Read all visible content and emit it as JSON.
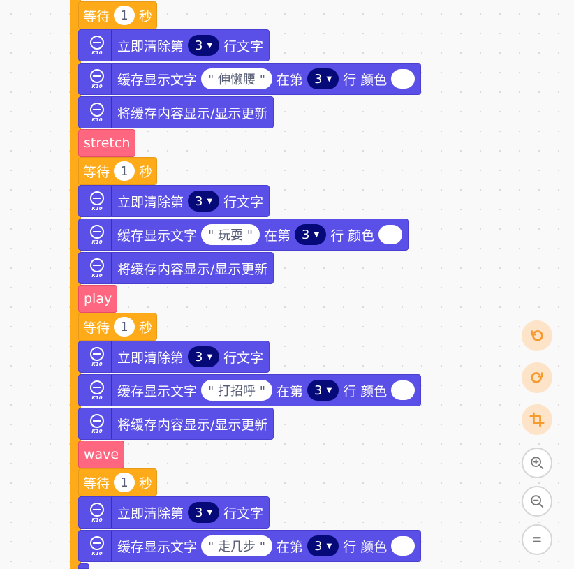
{
  "groups": [
    {
      "wait_label": "等待",
      "wait_value": "1",
      "wait_unit": "秒",
      "clear_label": "立即清除第",
      "clear_line": "3",
      "clear_suffix": "行文字",
      "cache_label": "缓存显示文字",
      "cache_text": "\" 伸懒腰 \"",
      "cache_at": "在第",
      "cache_line": "3",
      "cache_row": "行 颜色",
      "update_label": "将缓存内容显示/显示更新",
      "tag": "stretch"
    },
    {
      "wait_label": "等待",
      "wait_value": "1",
      "wait_unit": "秒",
      "clear_label": "立即清除第",
      "clear_line": "3",
      "clear_suffix": "行文字",
      "cache_label": "缓存显示文字",
      "cache_text": "\" 玩耍 \"",
      "cache_at": "在第",
      "cache_line": "3",
      "cache_row": "行 颜色",
      "update_label": "将缓存内容显示/显示更新",
      "tag": "play"
    },
    {
      "wait_label": "等待",
      "wait_value": "1",
      "wait_unit": "秒",
      "clear_label": "立即清除第",
      "clear_line": "3",
      "clear_suffix": "行文字",
      "cache_label": "缓存显示文字",
      "cache_text": "\" 打招呼 \"",
      "cache_at": "在第",
      "cache_line": "3",
      "cache_row": "行 颜色",
      "update_label": "将缓存内容显示/显示更新",
      "tag": "wave"
    },
    {
      "wait_label": "等待",
      "wait_value": "1",
      "wait_unit": "秒",
      "clear_label": "立即清除第",
      "clear_line": "3",
      "clear_suffix": "行文字",
      "cache_label": "缓存显示文字",
      "cache_text": "\" 走几步 \"",
      "cache_at": "在第",
      "cache_line": "3",
      "cache_row": "行 颜色"
    }
  ],
  "k10_caption": "K10",
  "toolbar": [
    "undo-icon",
    "redo-icon",
    "crop-icon",
    "zoom-in-icon",
    "zoom-out-icon",
    "zoom-reset-icon"
  ],
  "colors": {
    "wait": "#ffab19",
    "k10": "#5a4fe6",
    "tag": "#ff6680",
    "dropdown": "#060a78",
    "accent": "#f79a2e"
  }
}
